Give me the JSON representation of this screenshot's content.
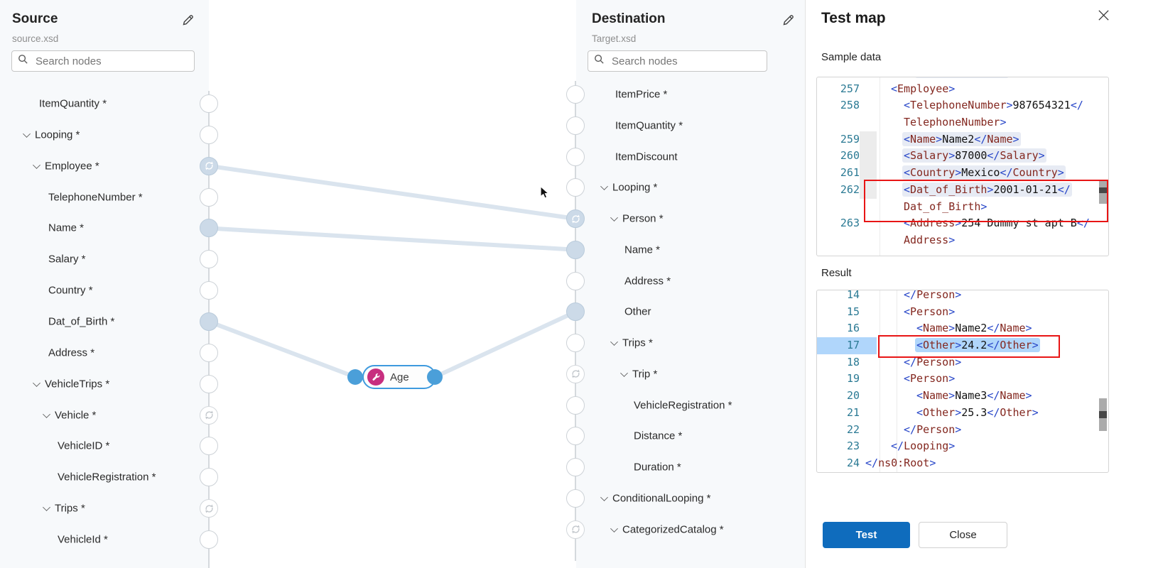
{
  "source": {
    "title": "Source",
    "file": "source.xsd",
    "search_placeholder": "Search nodes",
    "nodes": [
      {
        "label": "ItemQuantity *",
        "depth": 2,
        "leaf": true,
        "connector": "empty"
      },
      {
        "label": "Looping *",
        "depth": 1,
        "leaf": false,
        "connector": "empty"
      },
      {
        "label": "Employee *",
        "depth": 2,
        "leaf": false,
        "connector": "loop"
      },
      {
        "label": "TelephoneNumber *",
        "depth": 3,
        "leaf": true,
        "connector": "empty"
      },
      {
        "label": "Name *",
        "depth": 3,
        "leaf": true,
        "connector": "dot"
      },
      {
        "label": "Salary *",
        "depth": 3,
        "leaf": true,
        "connector": "empty"
      },
      {
        "label": "Country *",
        "depth": 3,
        "leaf": true,
        "connector": "empty"
      },
      {
        "label": "Dat_of_Birth *",
        "depth": 3,
        "leaf": true,
        "connector": "dot"
      },
      {
        "label": "Address *",
        "depth": 3,
        "leaf": true,
        "connector": "empty"
      },
      {
        "label": "VehicleTrips *",
        "depth": 2,
        "leaf": false,
        "connector": "empty"
      },
      {
        "label": "Vehicle *",
        "depth": 3,
        "leaf": false,
        "connector": "loop-idle"
      },
      {
        "label": "VehicleID *",
        "depth": 4,
        "leaf": true,
        "connector": "empty"
      },
      {
        "label": "VehicleRegistration *",
        "depth": 4,
        "leaf": true,
        "connector": "empty"
      },
      {
        "label": "Trips *",
        "depth": 3,
        "leaf": false,
        "connector": "loop-idle"
      },
      {
        "label": "VehicleId *",
        "depth": 4,
        "leaf": true,
        "connector": "empty"
      }
    ]
  },
  "destination": {
    "title": "Destination",
    "file": "Target.xsd",
    "search_placeholder": "Search nodes",
    "nodes": [
      {
        "label": "ItemPrice *",
        "depth": 2,
        "leaf": true,
        "connector": "empty"
      },
      {
        "label": "ItemQuantity *",
        "depth": 2,
        "leaf": true,
        "connector": "empty"
      },
      {
        "label": "ItemDiscount",
        "depth": 2,
        "leaf": true,
        "connector": "empty"
      },
      {
        "label": "Looping *",
        "depth": 1,
        "leaf": false,
        "connector": "empty"
      },
      {
        "label": "Person *",
        "depth": 2,
        "leaf": false,
        "connector": "loop"
      },
      {
        "label": "Name *",
        "depth": 3,
        "leaf": true,
        "connector": "dot"
      },
      {
        "label": "Address *",
        "depth": 3,
        "leaf": true,
        "connector": "empty"
      },
      {
        "label": "Other",
        "depth": 3,
        "leaf": true,
        "connector": "dot"
      },
      {
        "label": "Trips *",
        "depth": 2,
        "leaf": false,
        "connector": "empty"
      },
      {
        "label": "Trip *",
        "depth": 3,
        "leaf": false,
        "connector": "loop-idle"
      },
      {
        "label": "VehicleRegistration *",
        "depth": 4,
        "leaf": true,
        "connector": "empty"
      },
      {
        "label": "Distance *",
        "depth": 4,
        "leaf": true,
        "connector": "empty"
      },
      {
        "label": "Duration *",
        "depth": 4,
        "leaf": true,
        "connector": "empty"
      },
      {
        "label": "ConditionalLooping *",
        "depth": 1,
        "leaf": false,
        "connector": "empty"
      },
      {
        "label": "CategorizedCatalog *",
        "depth": 2,
        "leaf": false,
        "connector": "loop-idle"
      }
    ]
  },
  "canvas": {
    "function_node": {
      "label": "Age",
      "icon": "wrench-icon",
      "color": "#c72e7f"
    },
    "connections": [
      {
        "from": {
          "panel": "source",
          "node": "Employee"
        },
        "to": {
          "panel": "destination",
          "node": "Person"
        }
      },
      {
        "from": {
          "panel": "source",
          "node": "Name"
        },
        "to": {
          "panel": "destination",
          "node": "Name"
        }
      },
      {
        "from": {
          "panel": "source",
          "node": "Dat_of_Birth"
        },
        "to": {
          "panel": "function",
          "node": "Age"
        }
      },
      {
        "from": {
          "panel": "function",
          "node": "Age"
        },
        "to": {
          "panel": "destination",
          "node": "Other"
        }
      }
    ]
  },
  "test_panel": {
    "title": "Test map",
    "sample_label": "Sample data",
    "result_label": "Result",
    "test_button": "Test",
    "close_button": "Close",
    "sample_rows": [
      {
        "num": "",
        "ind": 8,
        "frag": true,
        "parts": []
      },
      {
        "num": "257",
        "ind": 4,
        "parts": [
          [
            "b",
            "<"
          ],
          [
            "t",
            "Employee"
          ],
          [
            "b",
            ">"
          ]
        ]
      },
      {
        "num": "258",
        "ind": 6,
        "parts": [
          [
            "b",
            "<"
          ],
          [
            "t",
            "TelephoneNumber"
          ],
          [
            "b",
            ">"
          ],
          [
            "x",
            "987654321"
          ],
          [
            "b",
            "</"
          ]
        ]
      },
      {
        "num": "",
        "ind": 6,
        "parts": [
          [
            "t",
            "TelephoneNumber"
          ],
          [
            "b",
            ">"
          ]
        ]
      },
      {
        "num": "259",
        "ind": 6,
        "hl": true,
        "parts": [
          [
            "b",
            "<"
          ],
          [
            "t",
            "Name"
          ],
          [
            "b",
            ">"
          ],
          [
            "x",
            "Name2"
          ],
          [
            "b",
            "</"
          ],
          [
            "t",
            "Name"
          ],
          [
            "b",
            ">"
          ]
        ]
      },
      {
        "num": "260",
        "ind": 6,
        "hl": true,
        "parts": [
          [
            "b",
            "<"
          ],
          [
            "t",
            "Salary"
          ],
          [
            "b",
            ">"
          ],
          [
            "x",
            "87000"
          ],
          [
            "b",
            "</"
          ],
          [
            "t",
            "Salary"
          ],
          [
            "b",
            ">"
          ]
        ]
      },
      {
        "num": "261",
        "ind": 6,
        "hl": true,
        "parts": [
          [
            "b",
            "<"
          ],
          [
            "t",
            "Country"
          ],
          [
            "b",
            ">"
          ],
          [
            "x",
            "Mexico"
          ],
          [
            "b",
            "</"
          ],
          [
            "t",
            "Country"
          ],
          [
            "b",
            ">"
          ]
        ]
      },
      {
        "num": "262",
        "ind": 6,
        "hl": true,
        "parts": [
          [
            "b",
            "<"
          ],
          [
            "t",
            "Dat_of_Birth"
          ],
          [
            "b",
            ">"
          ],
          [
            "x",
            "2001-01-21"
          ],
          [
            "b",
            "</"
          ]
        ]
      },
      {
        "num": "",
        "ind": 6,
        "parts": [
          [
            "t",
            "Dat_of_Birth"
          ],
          [
            "b",
            ">"
          ]
        ]
      },
      {
        "num": "263",
        "ind": 6,
        "parts": [
          [
            "b",
            "<"
          ],
          [
            "t",
            "Address"
          ],
          [
            "b",
            ">"
          ],
          [
            "x",
            "254 Dummy st apt B"
          ],
          [
            "b",
            "</"
          ]
        ]
      },
      {
        "num": "",
        "ind": 6,
        "parts": [
          [
            "t",
            "Address"
          ],
          [
            "b",
            ">"
          ]
        ]
      }
    ],
    "result_rows": [
      {
        "num": "14",
        "ind": 6,
        "parts": [
          [
            "b",
            "</"
          ],
          [
            "t",
            "Person"
          ],
          [
            "b",
            ">"
          ]
        ]
      },
      {
        "num": "15",
        "ind": 6,
        "parts": [
          [
            "b",
            "<"
          ],
          [
            "t",
            "Person"
          ],
          [
            "b",
            ">"
          ]
        ]
      },
      {
        "num": "16",
        "ind": 8,
        "parts": [
          [
            "b",
            "<"
          ],
          [
            "t",
            "Name"
          ],
          [
            "b",
            ">"
          ],
          [
            "x",
            "Name2"
          ],
          [
            "b",
            "</"
          ],
          [
            "t",
            "Name"
          ],
          [
            "b",
            ">"
          ]
        ]
      },
      {
        "num": "17",
        "ind": 8,
        "sel": true,
        "parts": [
          [
            "b",
            "<"
          ],
          [
            "t",
            "Other"
          ],
          [
            "b",
            ">"
          ],
          [
            "x",
            "24.2"
          ],
          [
            "b",
            "</"
          ],
          [
            "t",
            "Other"
          ],
          [
            "b",
            ">"
          ]
        ]
      },
      {
        "num": "18",
        "ind": 6,
        "parts": [
          [
            "b",
            "</"
          ],
          [
            "t",
            "Person"
          ],
          [
            "b",
            ">"
          ]
        ]
      },
      {
        "num": "19",
        "ind": 6,
        "parts": [
          [
            "b",
            "<"
          ],
          [
            "t",
            "Person"
          ],
          [
            "b",
            ">"
          ]
        ]
      },
      {
        "num": "20",
        "ind": 8,
        "parts": [
          [
            "b",
            "<"
          ],
          [
            "t",
            "Name"
          ],
          [
            "b",
            ">"
          ],
          [
            "x",
            "Name3"
          ],
          [
            "b",
            "</"
          ],
          [
            "t",
            "Name"
          ],
          [
            "b",
            ">"
          ]
        ]
      },
      {
        "num": "21",
        "ind": 8,
        "parts": [
          [
            "b",
            "<"
          ],
          [
            "t",
            "Other"
          ],
          [
            "b",
            ">"
          ],
          [
            "x",
            "25.3"
          ],
          [
            "b",
            "</"
          ],
          [
            "t",
            "Other"
          ],
          [
            "b",
            ">"
          ]
        ]
      },
      {
        "num": "22",
        "ind": 6,
        "parts": [
          [
            "b",
            "</"
          ],
          [
            "t",
            "Person"
          ],
          [
            "b",
            ">"
          ]
        ]
      },
      {
        "num": "23",
        "ind": 4,
        "parts": [
          [
            "b",
            "</"
          ],
          [
            "t",
            "Looping"
          ],
          [
            "b",
            ">"
          ]
        ]
      },
      {
        "num": "24",
        "ind": 0,
        "parts": [
          [
            "b",
            "</"
          ],
          [
            "t",
            "ns0:Root"
          ],
          [
            "b",
            ">"
          ]
        ]
      }
    ],
    "colors": {
      "primary_button": "#0f6cbd",
      "annotation_red": "#e81515",
      "selection_blue": "#b0d6fb"
    }
  }
}
